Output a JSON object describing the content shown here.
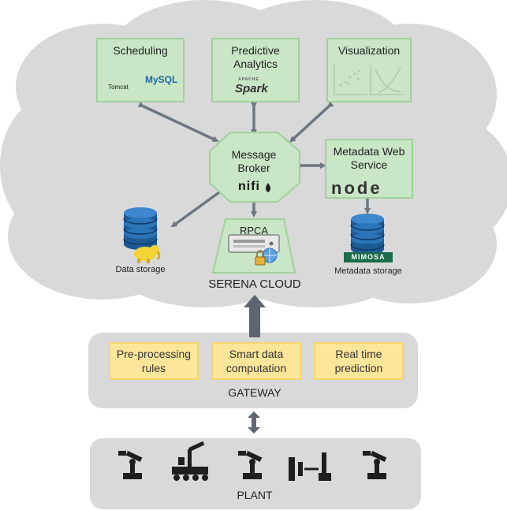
{
  "cloud": {
    "title": "SERENA CLOUD",
    "scheduling": {
      "label": "Scheduling",
      "logos": [
        "Tomcat",
        "MySQL"
      ]
    },
    "predictive": {
      "label": "Predictive Analytics",
      "logo": "Spark",
      "logo_sub": "APACHE"
    },
    "visualization": {
      "label": "Visualization"
    },
    "broker": {
      "label": "Message Broker",
      "logo": "nifi"
    },
    "metadata_service": {
      "label": "Metadata Web Service",
      "logo": "node"
    },
    "data_storage": {
      "label": "Data storage"
    },
    "metadata_storage": {
      "label": "Metadata storage",
      "logo": "MIMOSA"
    },
    "rpca": {
      "label": "RPCA"
    }
  },
  "gateway": {
    "title": "GATEWAY",
    "items": [
      "Pre-processing rules",
      "Smart data computation",
      "Real time prediction"
    ]
  },
  "plant": {
    "title": "PLANT",
    "icons": [
      "robot-arm-icon",
      "conveyor-robot-icon",
      "robot-arm-icon",
      "press-machine-icon",
      "robot-arm-icon"
    ]
  },
  "colors": {
    "cloud": "#d9d9d9",
    "service_box": "#c9e6c6",
    "service_border": "#9fd29a",
    "gateway_item": "#fde59a",
    "arrow": "#6f7682"
  }
}
